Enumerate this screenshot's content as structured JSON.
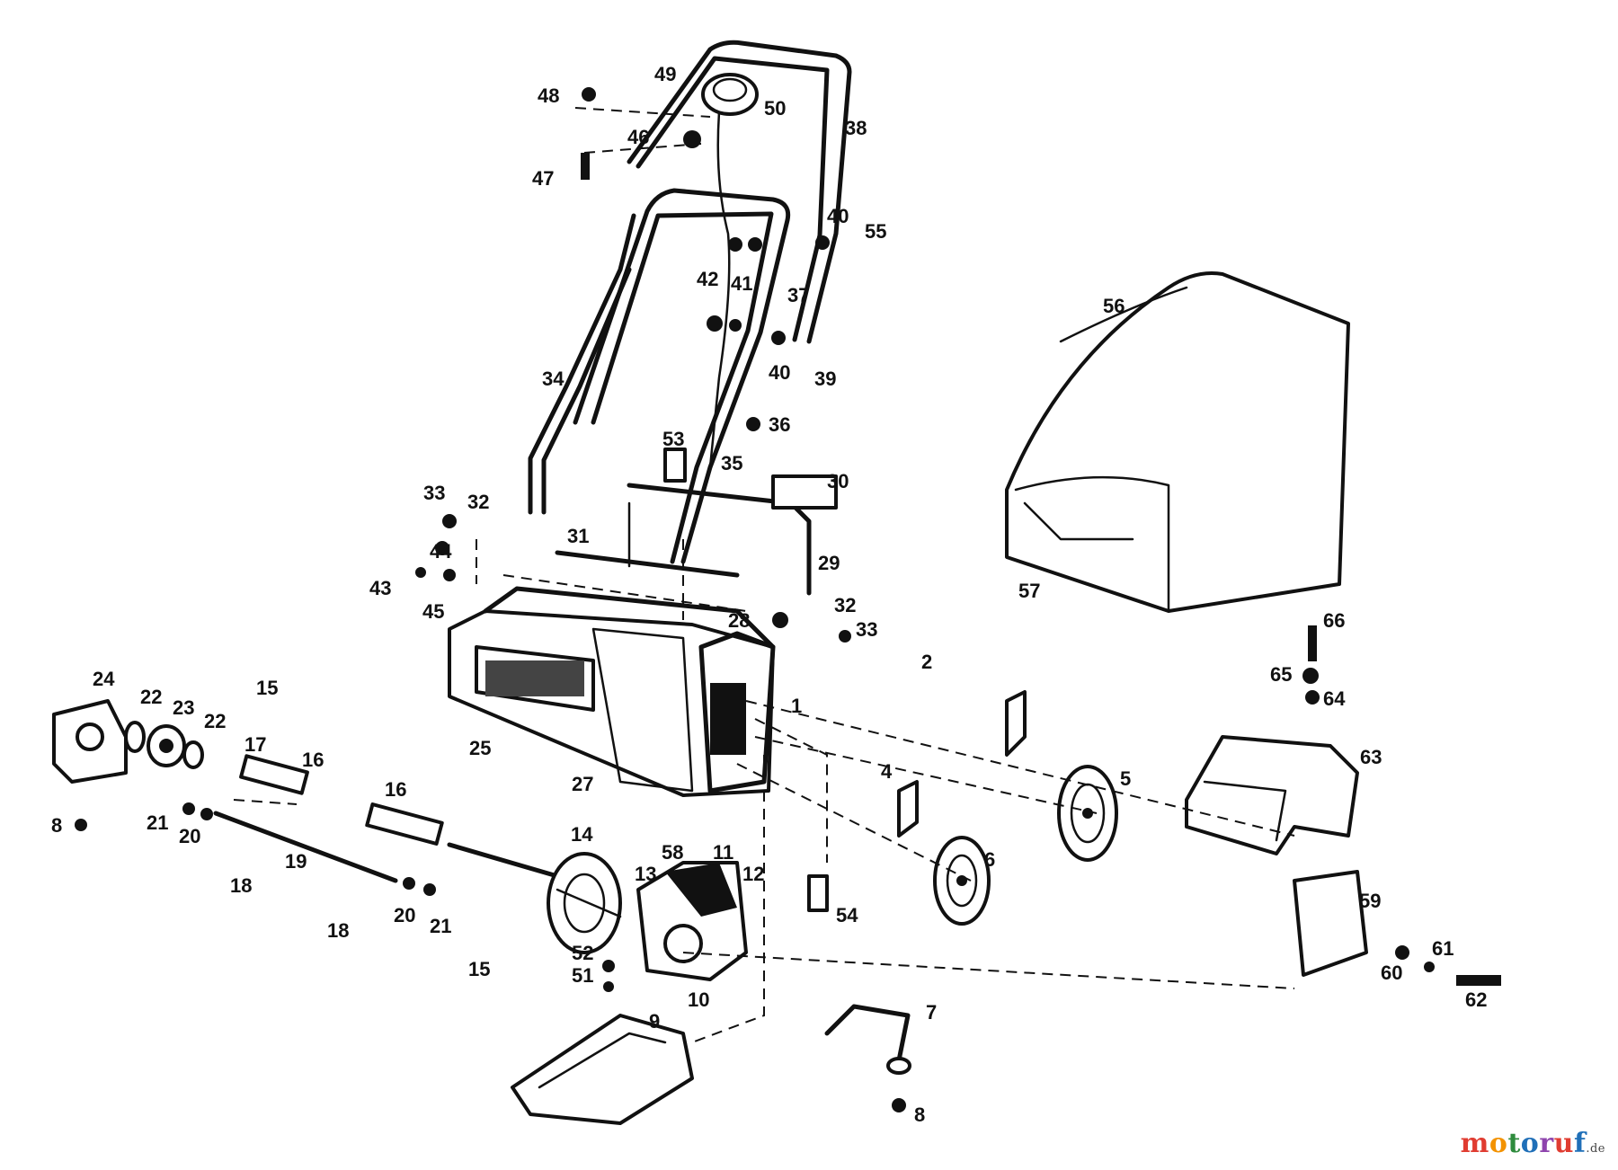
{
  "callouts": {
    "c1": "1",
    "c2": "2",
    "c4": "4",
    "c5": "5",
    "c6": "6",
    "c7": "7",
    "c8a": "8",
    "c8b": "8",
    "c9": "9",
    "c10": "10",
    "c11": "11",
    "c12": "12",
    "c14": "14",
    "c15a": "15",
    "c15b": "15",
    "c16a": "16",
    "c16b": "16",
    "c17": "17",
    "c18a": "18",
    "c18b": "18",
    "c19": "19",
    "c20a": "20",
    "c20b": "20",
    "c21a": "21",
    "c21b": "21",
    "c22a": "22",
    "c22b": "22",
    "c23": "23",
    "c24": "24",
    "c25": "25",
    "c27": "27",
    "c28": "28",
    "c29": "29",
    "c30": "30",
    "c31": "31",
    "c32a": "32",
    "c32b": "32",
    "c33a": "33",
    "c33b": "33",
    "c34": "34",
    "c35": "35",
    "c36": "36",
    "c37": "37",
    "c38": "38",
    "c39": "39",
    "c40a": "40",
    "c40b": "40",
    "c41": "41",
    "c42": "42",
    "c43": "43",
    "c44": "44",
    "c45": "45",
    "c46": "46",
    "c47": "47",
    "c48": "48",
    "c49": "49",
    "c50": "50",
    "c51": "51",
    "c52": "52",
    "c53": "53",
    "c54": "54",
    "c55": "55",
    "c56": "56",
    "c57": "57",
    "c58": "58",
    "c59": "59",
    "c60": "60",
    "c61": "61",
    "c62": "62",
    "c63": "63",
    "c64": "64",
    "c65": "65",
    "c66": "66",
    "c13": "13"
  },
  "watermark": {
    "letters": [
      "m",
      "o",
      "t",
      "o",
      "r",
      "u",
      "f"
    ],
    "colors": [
      "#e03c31",
      "#f39200",
      "#2e8b3d",
      "#1f6fb8",
      "#8e44ad",
      "#e03c31",
      "#1f6fb8"
    ],
    "suffix": ".de"
  }
}
